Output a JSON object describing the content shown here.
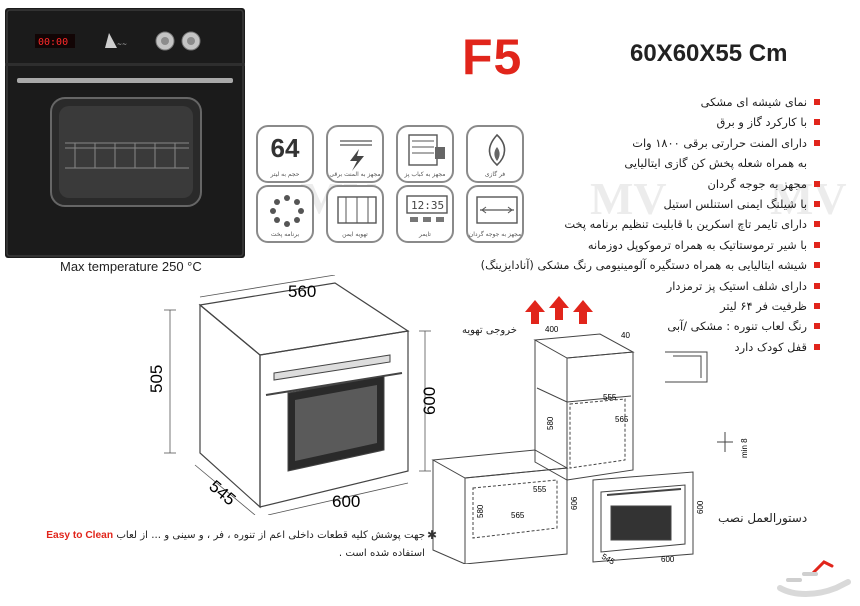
{
  "header": {
    "model": "F5",
    "dimensions": "60X60X55 Cm"
  },
  "oven_display": "00:00",
  "max_temperature": "Max temperature 250 °C",
  "icons": [
    {
      "name": "capacity-icon",
      "big": "64",
      "caption": "حجم به لیتر"
    },
    {
      "name": "electric-element-icon",
      "caption": "مجهز به المنت برقی"
    },
    {
      "name": "grill-icon",
      "caption": "مجهز به کباب پز"
    },
    {
      "name": "gas-burner-icon",
      "caption": "فر گازی"
    },
    {
      "name": "programs-icon",
      "caption": "برنامه پخت"
    },
    {
      "name": "ventilation-icon",
      "caption": "تهویه ایمن"
    },
    {
      "name": "timer-icon",
      "caption": "تایمر"
    },
    {
      "name": "rotisserie-icon",
      "caption": "مجهز به جوجه گردان"
    }
  ],
  "features": [
    "نمای شیشه ای مشکی",
    "با کارکرد گاز و برق",
    "دارای المنت حرارتی برقی ۱۸۰۰ وات",
    "به همراه شعله پخش کن گازی ایتالیایی",
    "مجهز به جوجه گردان",
    "با شیلنگ ایمنی استنلس استیل",
    "دارای تایمر تاچ اسکرین  با قابلیت تنظیم برنامه پخت",
    "با شیر ترموستاتیک به همراه ترموکوپل دوزمانه",
    "شیشه ایتالیایی به همراه دستگیره آلومینیومی رنگ مشکی (آنادایزینگ)",
    "دارای شلف استیک پز ترمزدار",
    "ظرفیت فر ۶۴ لیتر",
    "رنگ لعاب تنوره :  مشکی /آبی",
    "قفل کودک دارد"
  ],
  "feature_bullets": [
    true,
    true,
    true,
    false,
    true,
    true,
    true,
    true,
    true,
    true,
    true,
    true,
    true
  ],
  "diagram": {
    "top_width": "560",
    "height_left": "505",
    "height_right": "600",
    "depth": "545",
    "front_width": "600",
    "exhaust_label": "خروجی تهویه",
    "dim_400": "400",
    "dim_40": "40",
    "dim_555a": "555",
    "dim_565a": "565",
    "dim_580a": "580",
    "dim_555b": "555",
    "dim_565b": "565",
    "dim_580b": "580",
    "dim_606": "606",
    "dim_600": "600",
    "dim_545": "545",
    "dim_600b": "600",
    "min8": "min 8",
    "install_title": "دستورالعمل نصب"
  },
  "note": {
    "text_prefix": "جهت پوشش کلیه قطعات داخلی اعم از تنوره ، فر ، و سینی و ... از لعاب",
    "brand": "Easy to Clean",
    "text_suffix": "استفاده شده است ."
  },
  "watermark": "MV",
  "colors": {
    "accent": "#e1251b",
    "oven": "#1b1b1b"
  }
}
